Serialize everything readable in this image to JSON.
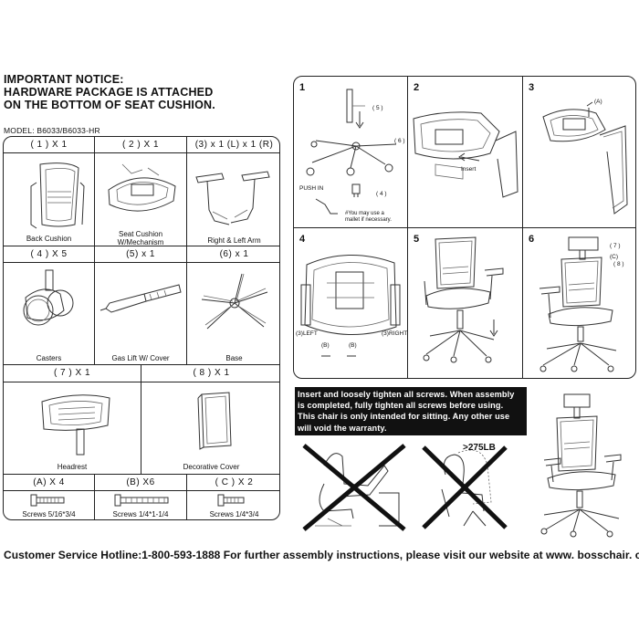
{
  "notice": {
    "line1": "IMPORTANT NOTICE:",
    "line2": "HARDWARE PACKAGE IS ATTACHED",
    "line3": "ON THE BOTTOM OF SEAT CUSHION."
  },
  "model": "MODEL: B6033/B6033-HR",
  "parts": {
    "row1": [
      {
        "qty": "( 1 ) X 1",
        "name": "Back Cushion"
      },
      {
        "qty": "( 2 ) X 1",
        "name_l1": "Seat Cushion",
        "name_l2": "W/Mechanism"
      },
      {
        "qty": "(3) x 1 (L) x 1 (R)",
        "name": "Right & Left Arm"
      }
    ],
    "row2": [
      {
        "qty": "( 4 ) X 5",
        "name": "Casters"
      },
      {
        "qty": "(5) x 1",
        "name": "Gas Lift W/ Cover"
      },
      {
        "qty": "(6) x 1",
        "name": "Base"
      }
    ],
    "row3": [
      {
        "qty": "( 7 ) X 1",
        "name": "Headrest"
      },
      {
        "qty": "( 8 ) X 1",
        "name": "Decorative Cover"
      }
    ],
    "row4": [
      {
        "qty": "(A) X 4",
        "name": "Screws 5/16*3/4"
      },
      {
        "qty": "(B) X6",
        "name": "Screws 1/4*1-1/4"
      },
      {
        "qty": "( C ) X 2",
        "name": "Screws 1/4*3/4"
      }
    ]
  },
  "steps": {
    "s1": {
      "num": "1",
      "l5": "( 5 )",
      "l6": "( 6 )",
      "l4": "( 4 )",
      "push": "PUSH IN",
      "mallet_l1": "#You may use a",
      "mallet_l2": "mallet if necessary."
    },
    "s2": {
      "num": "2",
      "insert": "Insert"
    },
    "s3": {
      "num": "3",
      "la": "(A)"
    },
    "s4": {
      "num": "4",
      "left": "(3)LEFT",
      "right": "(3)RIGHT",
      "b1": "(B)",
      "b2": "(B)"
    },
    "s5": {
      "num": "5"
    },
    "s6": {
      "num": "6",
      "l7": "( 7 )",
      "lc": "(C)",
      "l8": "( 8 )"
    }
  },
  "warning": {
    "l1": "Insert and loosely tighten all screws. When assembly",
    "l2": "is completed, fully tighten all screws before using.",
    "l3": "This chair is only intended for sitting. Any other use",
    "l4": "will void the warranty."
  },
  "weight_limit": ">275LB",
  "hotline": "Customer Service Hotline:1-800-593-1888 For further assembly instructions, please visit our website at www. bosschair. com"
}
